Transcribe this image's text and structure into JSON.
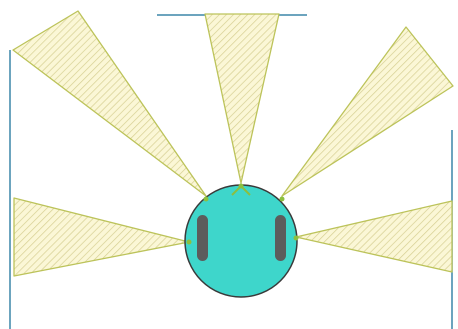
{
  "colors": {
    "background": "#ffffff",
    "cone_fill": "#fbf7d6",
    "cone_hatch": "#d6cf92",
    "cone_stroke": "#bcc35a",
    "robot_body": "#3ed6cb",
    "robot_outline": "#3a3a3a",
    "wheel": "#5c5c5c",
    "sensor_mark": "#8cbf3f",
    "wall_line": "#3b86a8"
  },
  "elements": {
    "robot": {
      "shape": "circle",
      "wheel_count": 2,
      "direction_marker": "chevron"
    },
    "sensor_cones": {
      "count": 5,
      "pattern": "diagonal-hatch"
    },
    "walls": {
      "count": 3
    }
  }
}
